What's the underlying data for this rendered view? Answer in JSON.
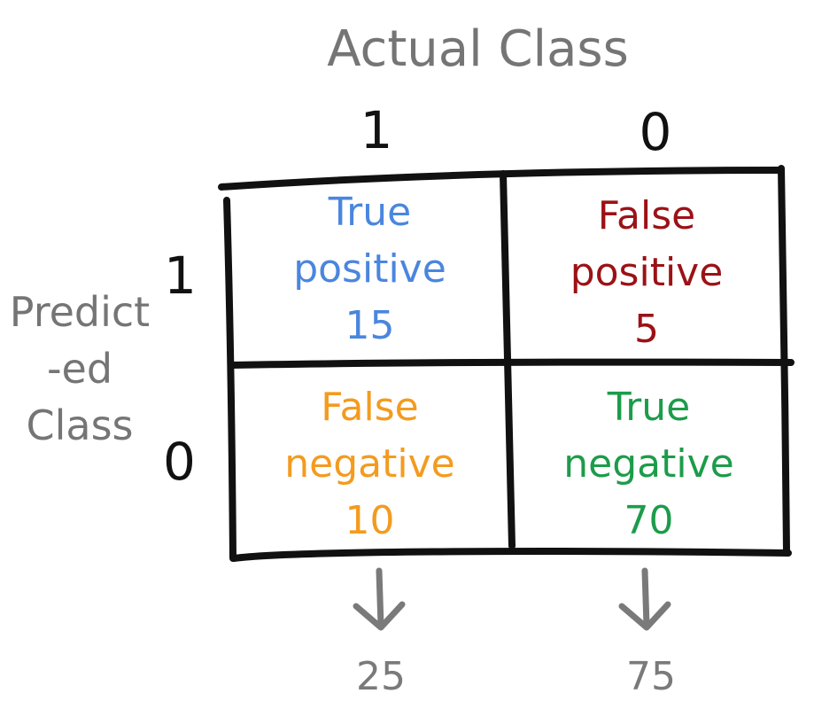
{
  "axes": {
    "actual_title": "Actual Class",
    "predicted_title_lines": [
      "Predict",
      "-ed",
      "Class"
    ],
    "column_labels": [
      "1",
      "0"
    ],
    "row_labels": [
      "1",
      "0"
    ]
  },
  "cells": {
    "true_positive": {
      "lines": [
        "True",
        "positive"
      ],
      "value": "15",
      "color": "#4a86de"
    },
    "false_positive": {
      "lines": [
        "False",
        "positive"
      ],
      "value": "5",
      "color": "#9b1216"
    },
    "false_negative": {
      "lines": [
        "False",
        "negative"
      ],
      "value": "10",
      "color": "#f39b1f"
    },
    "true_negative": {
      "lines": [
        "True",
        "negative"
      ],
      "value": "70",
      "color": "#1c9c4a"
    }
  },
  "totals": {
    "actual_1": "25",
    "actual_0": "75"
  },
  "icons": {
    "total_arrow": "arrow-down-icon"
  },
  "colors": {
    "axis_text": "#757575",
    "grid": "#111111",
    "arrow": "#7a7a7a"
  }
}
